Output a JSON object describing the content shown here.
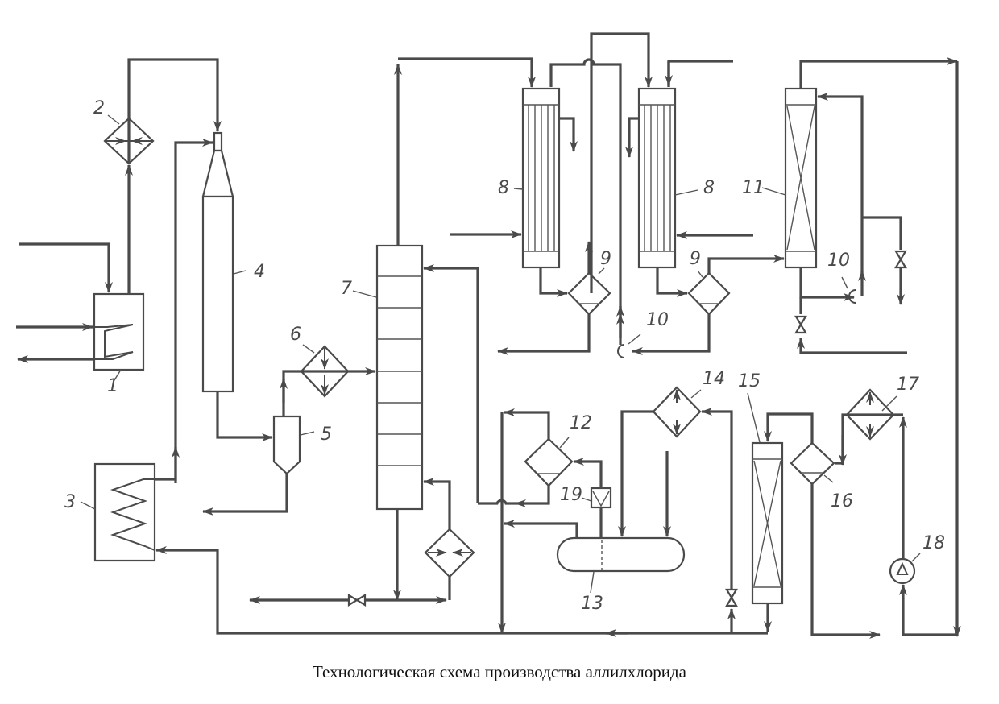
{
  "caption": "Технологическая схема производства аллилхлорида",
  "colors": {
    "line": "#4a4a4a",
    "background": "#ffffff",
    "caption": "#111111"
  },
  "equipment": [
    {
      "id": "1",
      "label": "1",
      "kind": "heater-with-coil"
    },
    {
      "id": "2",
      "label": "2",
      "kind": "heat-exchanger"
    },
    {
      "id": "3",
      "label": "3",
      "kind": "furnace-with-coil"
    },
    {
      "id": "4",
      "label": "4",
      "kind": "reactor-with-mixer"
    },
    {
      "id": "5",
      "label": "5",
      "kind": "cyclone-separator"
    },
    {
      "id": "6",
      "label": "6",
      "kind": "heat-exchanger"
    },
    {
      "id": "7",
      "label": "7",
      "kind": "tray-column"
    },
    {
      "id": "8a",
      "label": "8",
      "kind": "shell-and-tube-condenser"
    },
    {
      "id": "8b",
      "label": "8",
      "kind": "shell-and-tube-condenser"
    },
    {
      "id": "9a",
      "label": "9",
      "kind": "separator"
    },
    {
      "id": "9b",
      "label": "9",
      "kind": "separator"
    },
    {
      "id": "10a",
      "label": "10",
      "kind": "pump"
    },
    {
      "id": "10b",
      "label": "10",
      "kind": "pump"
    },
    {
      "id": "11",
      "label": "11",
      "kind": "packed-column"
    },
    {
      "id": "12",
      "label": "12",
      "kind": "separator"
    },
    {
      "id": "13",
      "label": "13",
      "kind": "horizontal-tank"
    },
    {
      "id": "14",
      "label": "14",
      "kind": "heat-exchanger"
    },
    {
      "id": "15",
      "label": "15",
      "kind": "packed-column"
    },
    {
      "id": "16",
      "label": "16",
      "kind": "separator"
    },
    {
      "id": "17",
      "label": "17",
      "kind": "heat-exchanger"
    },
    {
      "id": "18",
      "label": "18",
      "kind": "pump"
    },
    {
      "id": "19",
      "label": "19",
      "kind": "check-valve"
    }
  ]
}
